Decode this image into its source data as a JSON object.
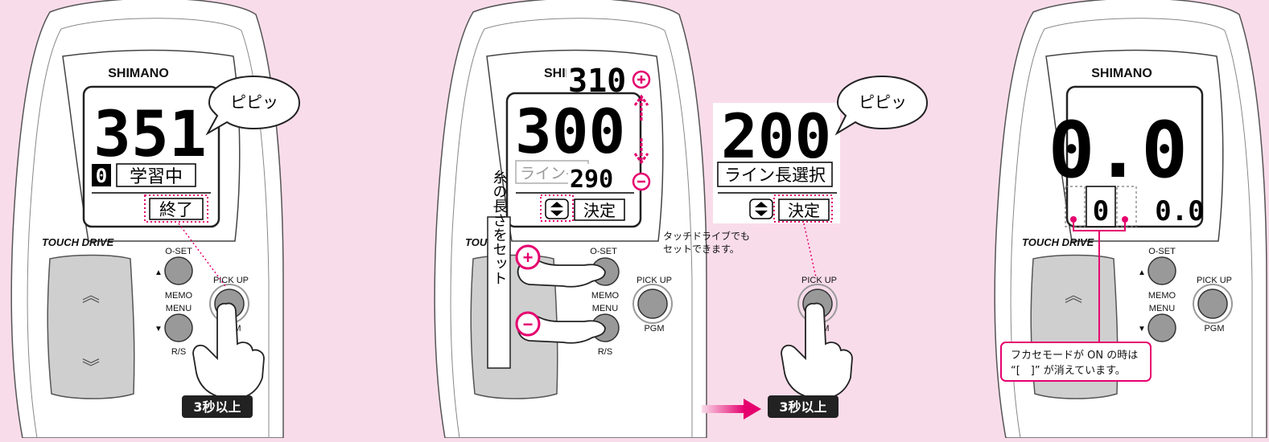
{
  "colors": {
    "background": "#f9dcea",
    "accent": "#e5006e",
    "device": "#ffffff",
    "outline": "#444444"
  },
  "device": {
    "brand": "SHIMANO",
    "logo": "TOUCH DRIVE",
    "btn_oset": "O-SET",
    "btn_memo": "MEMO",
    "btn_menu": "MENU",
    "btn_rs": "R/S",
    "btn_pickup": "PICK UP",
    "btn_pgm": "PGM",
    "marker_up": "▲",
    "marker_down": "▼"
  },
  "panel1": {
    "big_number": "351",
    "small_digit": "0",
    "status": "学習中",
    "action": "終了",
    "bubble": "ピピッ",
    "hold_label": "3秒以上"
  },
  "panel2": {
    "top_number": "310",
    "big_number": "300",
    "line_label": "ライン長",
    "line_value": "290",
    "action": "決定",
    "plus_sign": "+",
    "minus_sign": "−",
    "vertical_label": "糸の長さをセット"
  },
  "panel3": {
    "big_number": "200",
    "line_select": "ライン長選択",
    "action": "決定",
    "bubble": "ピピッ",
    "note": [
      "タッチドライブでも",
      "セットできます。"
    ],
    "hold_label": "3秒以上"
  },
  "panel4": {
    "big_number": "0.0",
    "small_left": "0",
    "small_right": "0.0",
    "note": [
      "フカセモードが ON の時は",
      "“[　]” が消えています。"
    ]
  }
}
